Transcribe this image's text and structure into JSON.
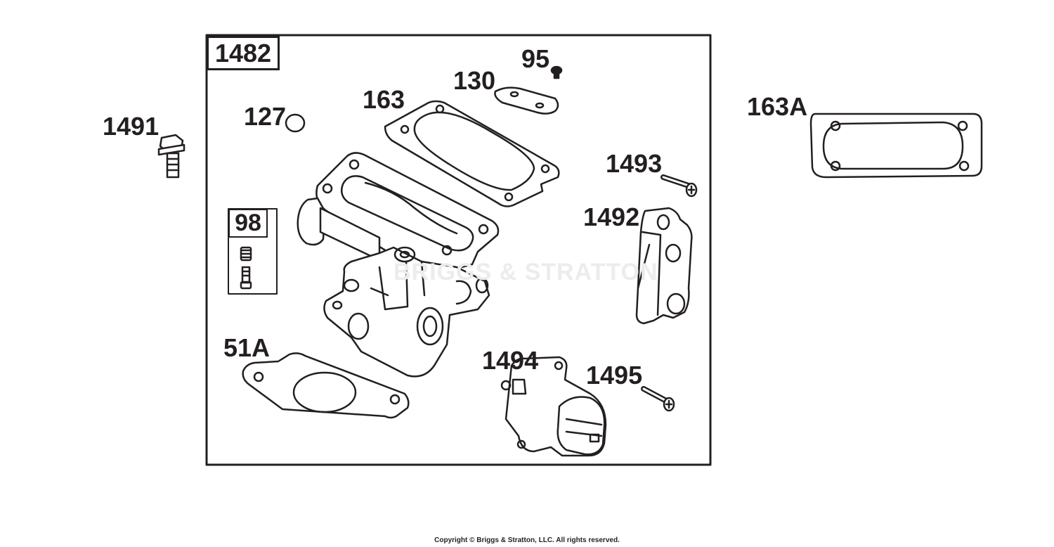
{
  "assembly": {
    "label": "1482"
  },
  "kit": {
    "label": "98"
  },
  "watermark": "BRIGGS & STRATTON",
  "copyright": "Copyright © Briggs & Stratton, LLC. All rights reserved.",
  "callouts": {
    "c1491": "1491",
    "c127": "127",
    "c163": "163",
    "c130": "130",
    "c95": "95",
    "c163A": "163A",
    "c1493": "1493",
    "c1492": "1492",
    "c51A": "51A",
    "c1494": "1494",
    "c1495": "1495"
  },
  "colors": {
    "line": "#231f20",
    "background": "#ffffff",
    "watermark": "#ececec"
  }
}
